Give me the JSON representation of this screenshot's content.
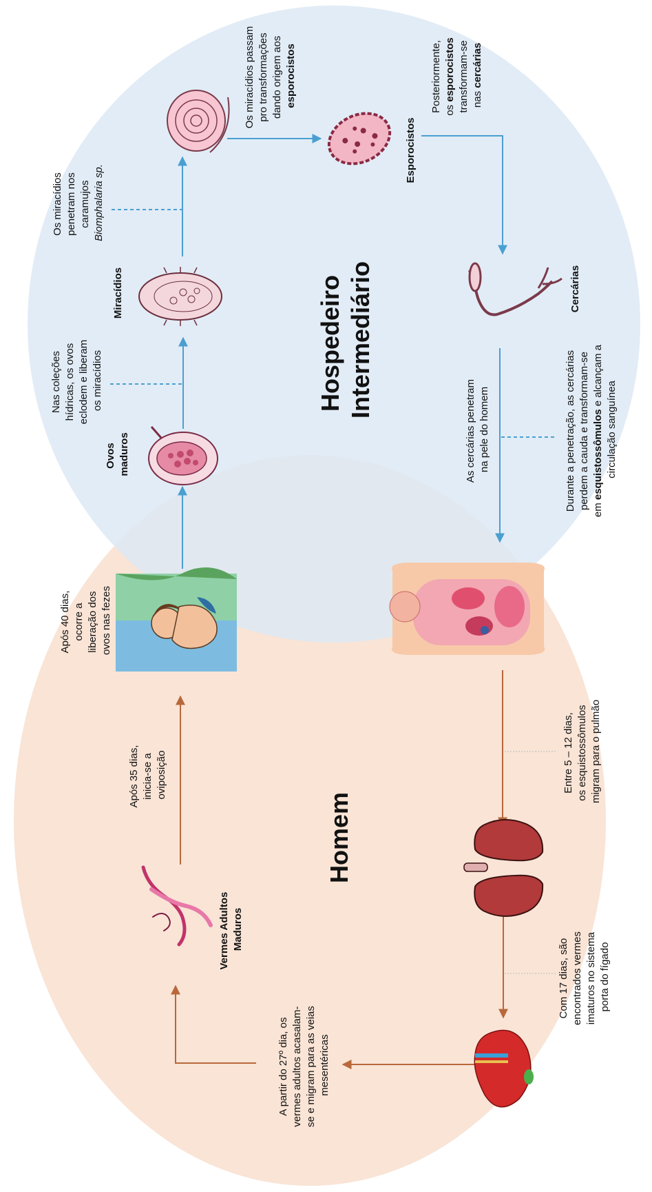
{
  "colors": {
    "intermediate_circle": "#dde9f4",
    "human_circle": "#f9e4d6",
    "blue_arrow": "#4a9fd1",
    "brown_arrow": "#b8683a"
  },
  "regions": {
    "intermediate_host": [
      "Hospedeiro",
      "Intermediário"
    ],
    "human_host": "Homem"
  },
  "stages": {
    "ovos": [
      "Ovos",
      "maduros"
    ],
    "miracidios": "Miracídios",
    "esporocistos": "Esporocistos",
    "cercarias": "Cercárias",
    "vermes": [
      "Vermes Adultos",
      "Maduros"
    ]
  },
  "annotations": {
    "miracidios_release": [
      "Nas coleções",
      "hídricas, os ovos",
      "eclodem e liberam",
      "os miracídios"
    ],
    "miracidios_snail": {
      "lines": [
        "Os miracídios",
        "penetram nos",
        "caramujos"
      ],
      "species": "Biomphalaria sp."
    },
    "snail_transform": {
      "lines": [
        "Os miracídios passam",
        "pro transformações",
        "dando origem aos"
      ],
      "bold": "esporocistos"
    },
    "esporocistos_transform": {
      "line1": "Posteriormente,",
      "line2_prefix": "os ",
      "line2_bold": "esporocistos",
      "line3": "transformam-se",
      "line4_prefix": "nas ",
      "line4_bold": "cercárias"
    },
    "cercarias_skin": [
      "As cercárias penetram",
      "na pele do homem"
    ],
    "cercarias_penetration": {
      "line1": "Durante a penetração, as cercárias",
      "line2": "perdem a cauda e  transformam-se",
      "line3_prefix": "em ",
      "line3_bold": "esquistossômulos",
      "line3_suffix": " e alcançam a",
      "line4": "circulação sanguínea"
    },
    "lung_migration": [
      "Entre 5 – 12 dias,",
      "os esquistossômulos",
      "migram para o pulmão"
    ],
    "liver": [
      "Com 17 dias, são",
      "encontrados vermes",
      "imaturos no sistema",
      "porta do fígado"
    ],
    "mating": [
      "A partir do 27º dia, os",
      "vermes adultos acasalam-",
      "se e migram para as veias",
      "mesentéricas"
    ],
    "oviposition": [
      "Após 35 dias,",
      "inicia-se a",
      "oviposição"
    ],
    "feces": [
      "Após 40 dias,",
      "ocorre a",
      "liberação dos",
      "ovos nas fezes"
    ]
  }
}
